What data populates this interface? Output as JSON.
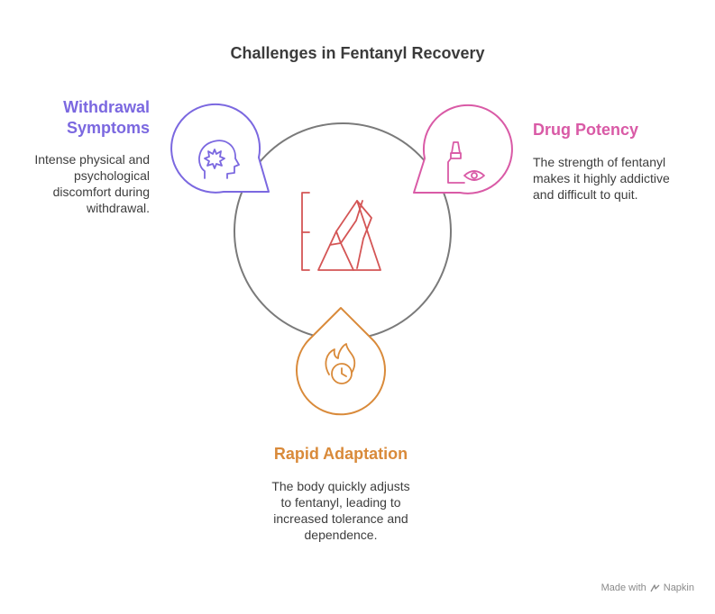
{
  "title": "Challenges in Fentanyl Recovery",
  "colors": {
    "withdrawal": "#7b68e0",
    "potency": "#d95aa6",
    "adaptation": "#d98a3a",
    "center": "#d45555",
    "ring": "#7a7a7a"
  },
  "nodes": {
    "withdrawal": {
      "heading": "Withdrawal\nSymptoms",
      "description": "Intense physical and psychological discomfort during withdrawal.",
      "icon": "head-burst-icon"
    },
    "potency": {
      "heading": "Drug Potency",
      "description": "The strength of fentanyl makes it highly addictive and difficult to quit.",
      "icon": "dropper-eye-icon"
    },
    "adaptation": {
      "heading": "Rapid Adaptation",
      "description": "The body quickly adjusts to fentanyl, leading to increased tolerance and dependence.",
      "icon": "fire-clock-icon"
    }
  },
  "center_icon": "mountain-climb-icon",
  "footer": {
    "made_with": "Made with",
    "brand": "Napkin"
  }
}
